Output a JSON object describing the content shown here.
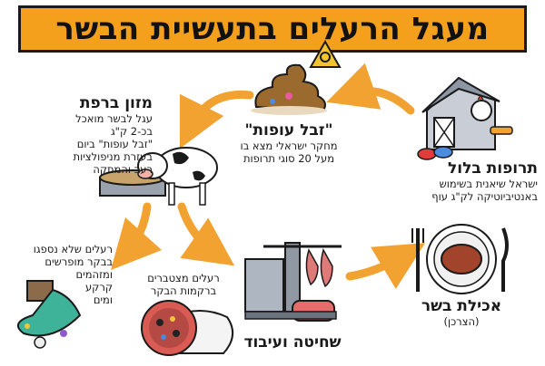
{
  "title": "מעגל הרעלים בתעשיית הבשר",
  "nodes": {
    "poultry_litter": {
      "heading": "\"זבל עופות\"",
      "text": [
        "מחקר ישראלי מצא בו",
        "מעל 20 סוגי תרופות"
      ]
    },
    "feed": {
      "heading": "מזון ברפת",
      "text": [
        "עגל לבשר מואכל",
        "בכ-2 ק\"ג",
        "\"זבל עופות\" ביום",
        "בעזרת מניפולציות",
        "רעב והמתקה"
      ]
    },
    "drugs": {
      "heading": "תרופות בלול",
      "text": [
        "ישראל שיאנית בשימוש",
        "באנטיביוטיקה לק\"ג עוף"
      ]
    },
    "soil": {
      "text": [
        "רעלים שלא נספגו",
        "בבקר מופרשים",
        "ומזהמים",
        "קרקע",
        "ומים"
      ]
    },
    "cattle_tissue": {
      "text": [
        "רעלים מצטברים",
        "ברקמות הבקר"
      ]
    },
    "slaughter": {
      "heading": "שחיטה ועיבוד"
    },
    "eating": {
      "heading": "אכילת בשר",
      "sub": "(הצרכן)"
    }
  },
  "colors": {
    "accent": "#f4a01c",
    "arrow": "#f2a230",
    "ink": "#1a1a1a"
  },
  "icons": [
    "poop-biohazard-icon",
    "barn-chicken-icon",
    "calf-feeding-icon",
    "factory-meat-icon",
    "steak-plate-icon",
    "polluted-pipe-icon",
    "cow-cross-section-icon"
  ]
}
